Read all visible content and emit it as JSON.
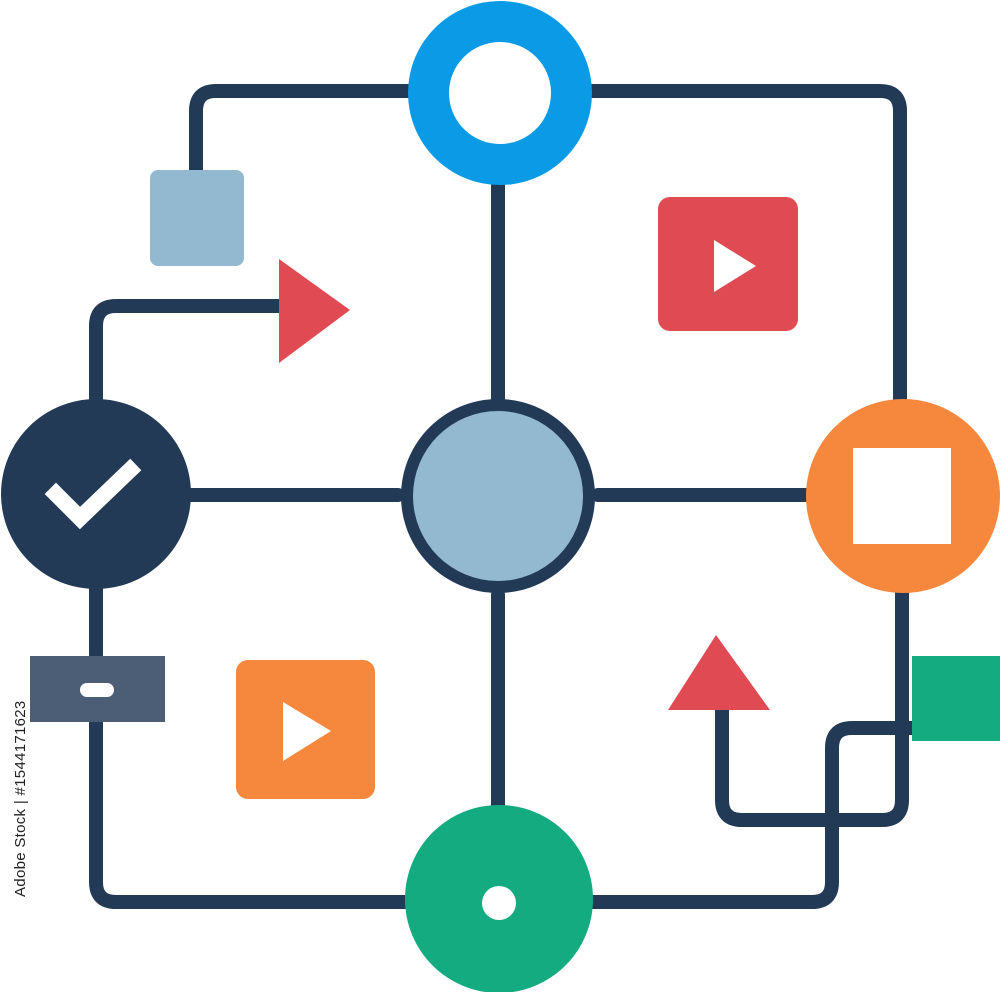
{
  "colors": {
    "stroke": "#233a57",
    "blue": "#0b9be6",
    "light_blue": "#93b9d0",
    "red": "#e04a52",
    "orange": "#f6883e",
    "green": "#15ab80",
    "slate": "#4c5e75",
    "white": "#ffffff"
  },
  "icons": [
    "top-ring-node",
    "hub-node",
    "check-node",
    "stop-node",
    "target-node",
    "play-tile-red",
    "play-tile-orange",
    "arrow-right",
    "arrow-up",
    "square-tile",
    "minus-bar",
    "green-tab"
  ],
  "stock_id_text": "Adobe Stock | #1544171623"
}
